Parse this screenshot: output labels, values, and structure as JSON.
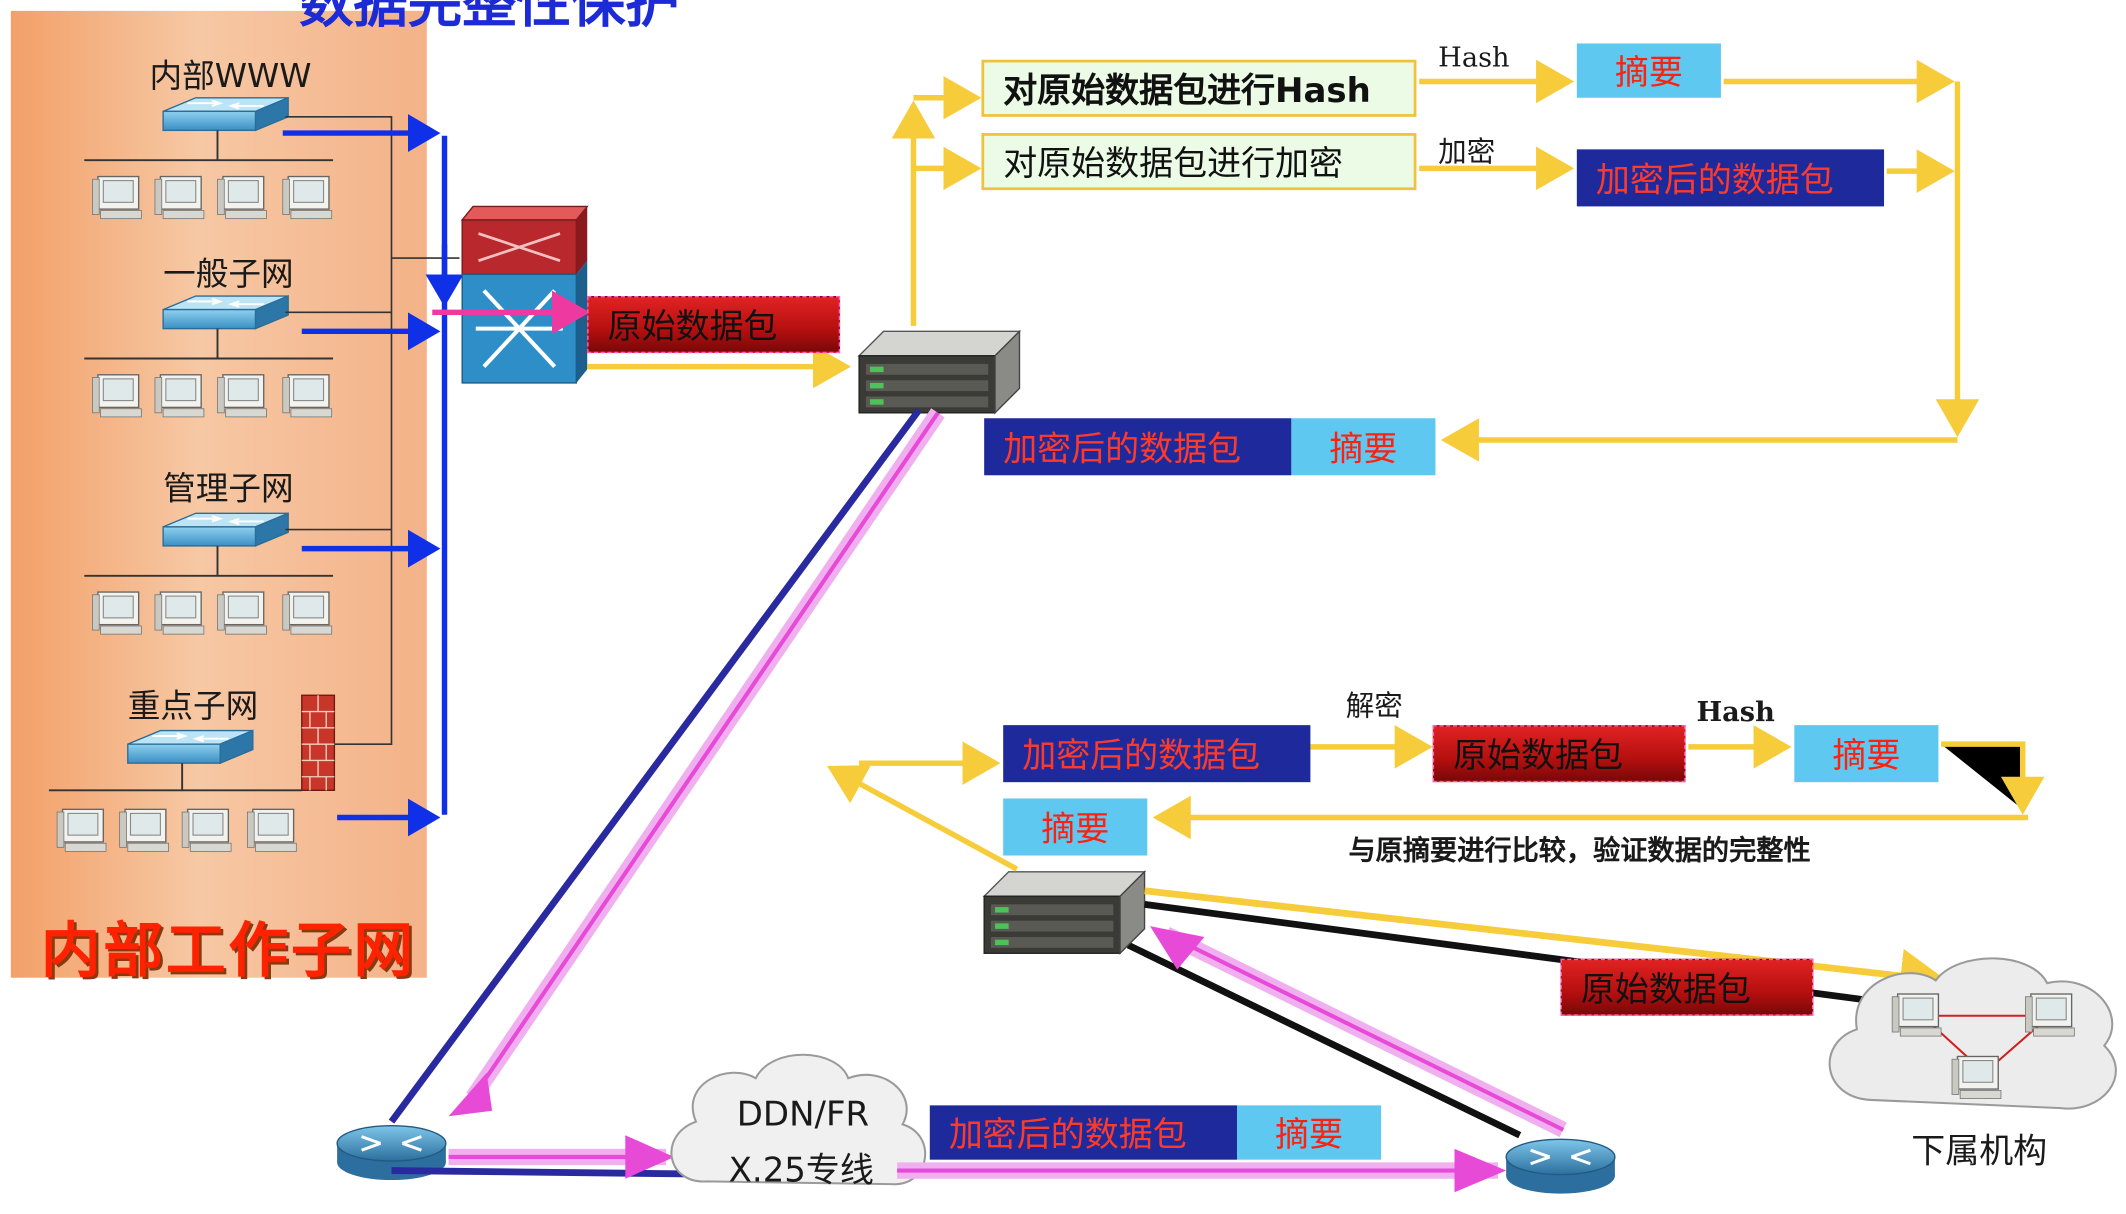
{
  "title": "数据完整性保护",
  "left_panel": {
    "title": "内部工作子网",
    "subnets": [
      "内部WWW",
      "一般子网",
      "管理子网",
      "重点子网"
    ]
  },
  "sender": {
    "raw_packet": "原始数据包",
    "hash_step": "对原始数据包进行Hash",
    "encrypt_step": "对原始数据包进行加密",
    "hash_arrow_label": "Hash",
    "encrypt_arrow_label": "加密",
    "digest": "摘要",
    "encrypted_packet": "加密后的数据包",
    "combined_encrypted": "加密后的数据包",
    "combined_digest": "摘要"
  },
  "receiver": {
    "encrypted_packet": "加密后的数据包",
    "decrypt_label": "解密",
    "raw_packet": "原始数据包",
    "hash_label": "Hash",
    "digest": "摘要",
    "received_digest": "摘要",
    "compare_text": "与原摘要进行比较，验证数据的完整性",
    "raw_out": "原始数据包",
    "branch_label": "下属机构"
  },
  "wan": {
    "cloud_line1": "DDN/FR",
    "cloud_line2": "X.25专线",
    "encrypted_packet": "加密后的数据包",
    "digest": "摘要"
  },
  "colors": {
    "panel_fill": "#f4b288",
    "panel_title": "#ff2200",
    "arrow_yellow": "#f6cc3a",
    "arrow_blue": "#1030e8",
    "box_navy": "#1e2a9c",
    "box_cyan": "#5ec8f0",
    "text_red": "#ff3a2a",
    "tunnel_magenta": "#e84ad8"
  },
  "icons": [
    "switch-icon",
    "computer-icon",
    "firewall-icon",
    "crossconnect-switch-icon",
    "vpn-gateway-icon",
    "router-icon",
    "cloud-icon",
    "arrow-icon"
  ]
}
